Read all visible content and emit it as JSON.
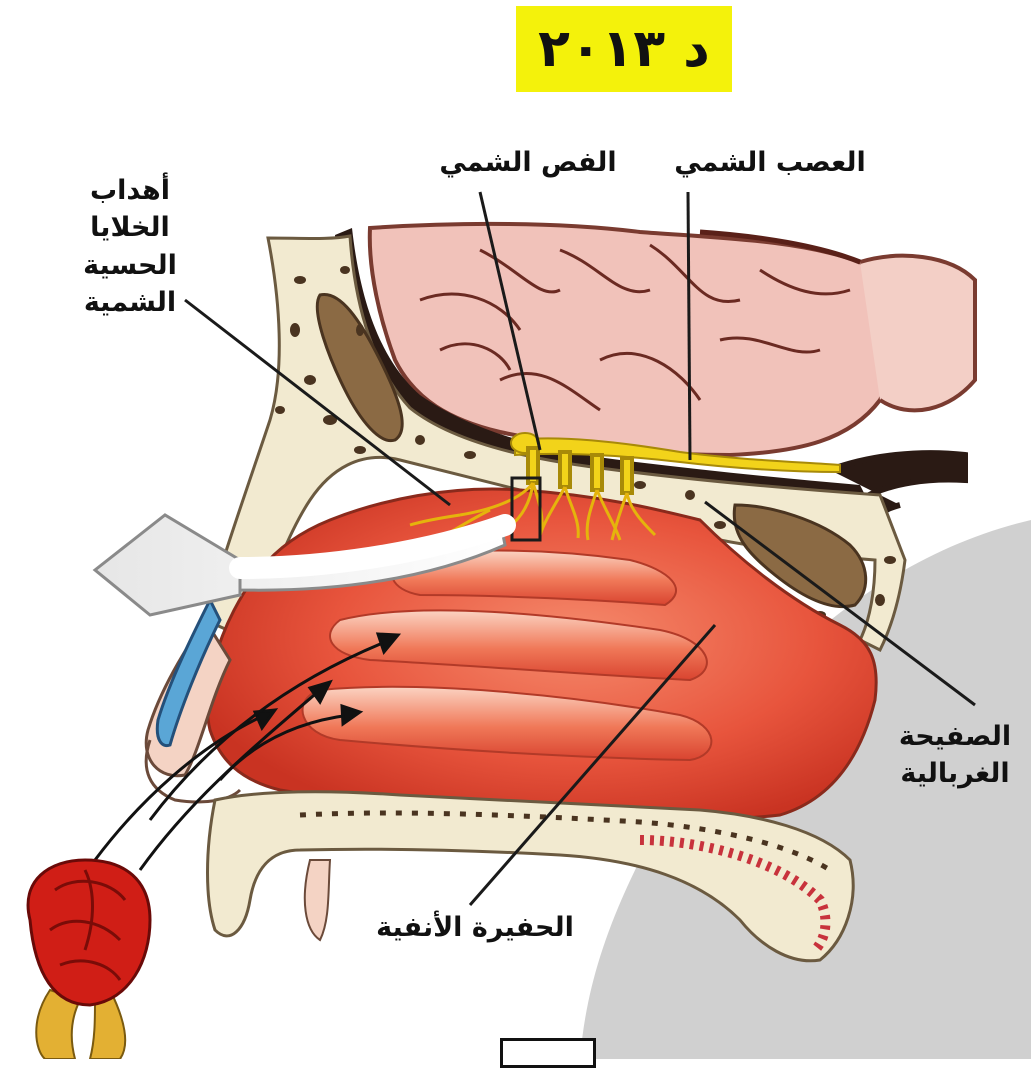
{
  "title_badge": "د ٢٠١٣",
  "labels": {
    "olfactory_nerve": "العصب الشمي",
    "olfactory_bulb": "الفص الشمي",
    "sensory_cilia": [
      "أهداب",
      "الخلايا",
      "الحسية",
      "الشمية"
    ],
    "cribriform_plate": [
      "الصفيحة",
      "الغربالية"
    ],
    "nasal_cavity": "الحفيرة الأنفية"
  },
  "colors": {
    "badge": "#f4f20b",
    "bone": "#f2ead0",
    "mucosa": "#e24a35",
    "brain": "#f1c2ba",
    "nerve": "#f2d31a",
    "rose": "#d01e16"
  }
}
